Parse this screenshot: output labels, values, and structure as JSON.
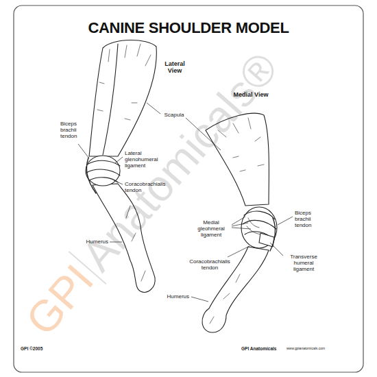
{
  "diagram": {
    "title": "CANINE SHOULDER MODEL",
    "labels": [
      "Lateral View",
      "Medial View",
      "Scapula",
      "Biceps brachii tendon",
      "Lateral glenohumeral ligament",
      "Coracobrachialis tendon",
      "Humerus",
      "Biceps brachii tendon",
      "Medial gleohmeral ligament",
      "Coracobrachialis tendon",
      "Transverse humeral ligament",
      "Humerus",
      "GPI ©2005",
      "GPI Anatomicals",
      "www.gpianatomicals.com",
      "GPI",
      "Anatomicals®"
    ]
  }
}
